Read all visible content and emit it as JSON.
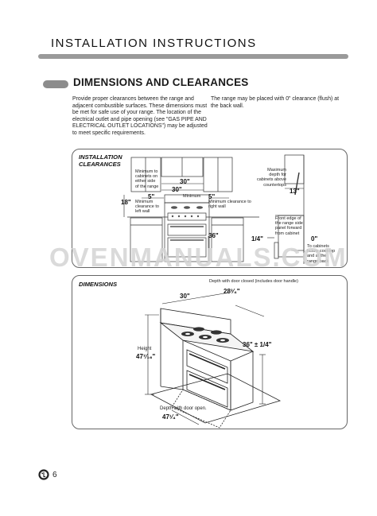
{
  "header": {
    "title": "INSTALLATION INSTRUCTIONS"
  },
  "section": {
    "title": "DIMENSIONS AND CLEARANCES"
  },
  "intro": {
    "left_text": "Provide proper clearances between the range and adjacent combustible surfaces. These dimensions must be met for safe use of your range. The location of the electrical outlet and pipe opening (see \"GAS PIPE AND ELECTRICAL OUTLET LOCATIONS\") may be adjusted to meet specific requirements.",
    "right_text": "The range may be placed with 0\" clearance (flush) at the back wall."
  },
  "clearances": {
    "label_line1": "INSTALLATION",
    "label_line2": "CLEARANCES",
    "min_cabinets_line1": "Minimum to",
    "min_cabinets_line2": "cabinets on",
    "min_cabinets_line3": "either side",
    "min_cabinets_line4": "of the range",
    "dim_30_top": "30\"",
    "dim_30_mid": "30\"",
    "dim_5_left": "5\"",
    "dim_5_right": "5\"",
    "minimum": "Minimum",
    "min_left_line1": "Minimum",
    "min_left_line2": "clearance to",
    "min_left_line3": "left wall",
    "min_right_line1": "Minimum clearance to",
    "min_right_line2": "right wall",
    "dim_18": "18\"",
    "dim_36": "36\"",
    "max_depth_line1": "Maximum",
    "max_depth_line2": "depth for",
    "max_depth_line3": "cabinets above",
    "max_depth_line4": "countertops",
    "dim_13": "13\"",
    "front_edge_line1": "Front edge of",
    "front_edge_line2": "the range side",
    "front_edge_line3": "panel forward",
    "front_edge_line4": "from cabinet",
    "dim_quarter": "1/4\"",
    "dim_0": "0\"",
    "to_cab_line1": "To cabinets",
    "to_cab_line2": "below cooktop",
    "to_cab_line3": "and at the",
    "to_cab_line4": "range back"
  },
  "dimensions": {
    "label": "DIMENSIONS",
    "depth_closed": "Depth with door closed (includes door handle)",
    "depth_closed_value": "28³⁄₄\"",
    "width_value": "30\"",
    "height_word": "Height",
    "height_value": "47⁷⁄₁₆\"",
    "side_height_value": "36\" ± 1/4\"",
    "depth_open": "Depth with door open.",
    "depth_open_value": "47¹⁄₄\""
  },
  "watermark": "OVENMANUALS.COM",
  "footer": {
    "page_number": "6"
  }
}
